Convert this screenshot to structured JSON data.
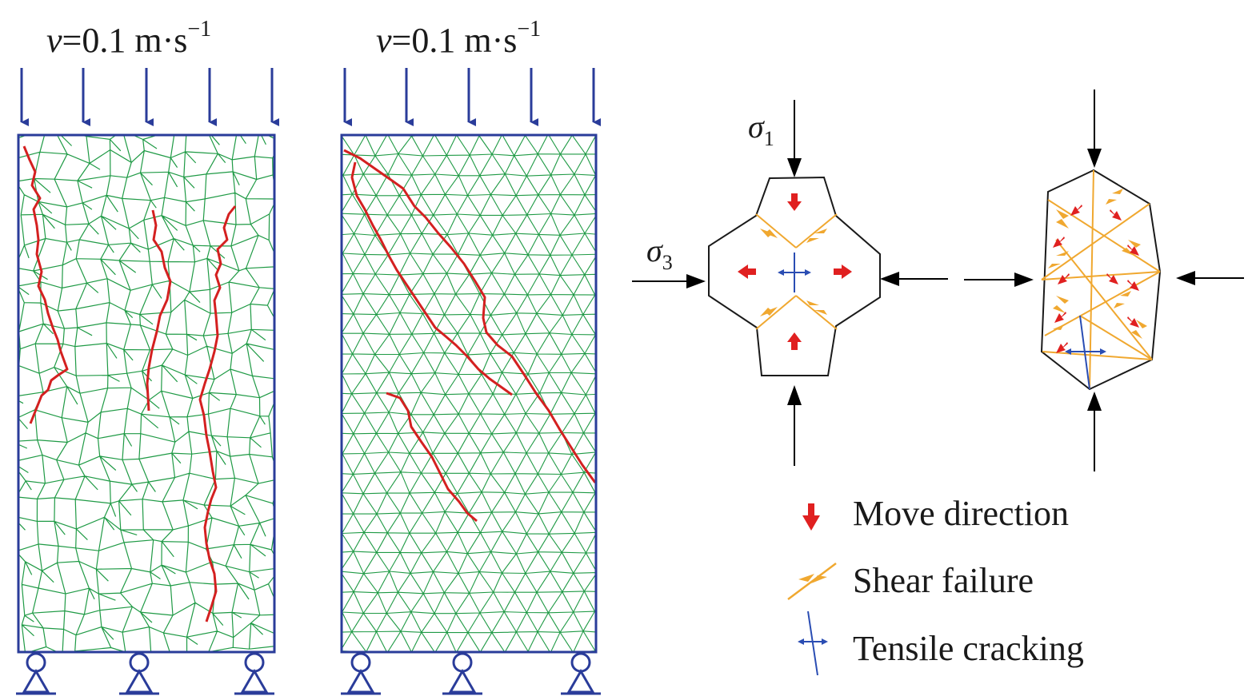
{
  "panels": [
    {
      "velocity_symbol": "v",
      "velocity_value": "=0.1 m·s",
      "velocity_exp": "−1"
    },
    {
      "velocity_symbol": "v",
      "velocity_value": "=0.1 m·s",
      "velocity_exp": "−1"
    }
  ],
  "stress": {
    "sigma1_symbol": "σ",
    "sigma1_sub": "1",
    "sigma3_symbol": "σ",
    "sigma3_sub": "3"
  },
  "legend": [
    {
      "label": "Move direction",
      "icon": "red-arrow-icon"
    },
    {
      "label": "Shear failure",
      "icon": "shear-failure-icon"
    },
    {
      "label": "Tensile cracking",
      "icon": "tensile-crack-icon"
    }
  ],
  "colors": {
    "frame": "#2a3c9a",
    "mesh": "#1f9a45",
    "crack": "#d42020",
    "shear": "#f0a830",
    "tensile": "#2a4db3",
    "move": "#e02020",
    "arrow": "#000000"
  }
}
